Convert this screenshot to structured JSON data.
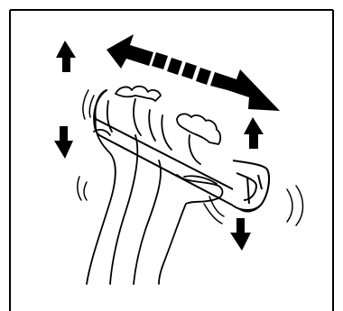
{
  "figure": {
    "line_color": "#000000",
    "background_color": "#ffffff",
    "elements": {
      "frame": "illustration-frame",
      "cartridge": "toner-cartridge",
      "hands": "hands-holding-cartridge",
      "shake_arrow_horizontal": "double-headed-shake-arrow",
      "vertical_arrows": [
        "arrow-up-left",
        "arrow-down-left",
        "arrow-up-right",
        "arrow-down-right"
      ],
      "motion_lines": "motion-lines"
    }
  }
}
